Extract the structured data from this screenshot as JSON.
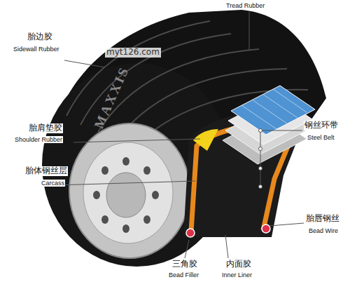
{
  "diagram": {
    "labels": [
      "Tread Rubber",
      "胎边胶",
      "Sidewall Rubber",
      "MAXXIS",
      "myt126.com",
      "胎肩垫胶",
      "Shoulder Rubber",
      "胎体钢丝层",
      "Carcass",
      "钢丝环带",
      "Steel Belt",
      "胎唇钢丝",
      "Bead Wire",
      "三角胶",
      "Bead Filler",
      "内面胶",
      "Inner Liner"
    ]
  }
}
